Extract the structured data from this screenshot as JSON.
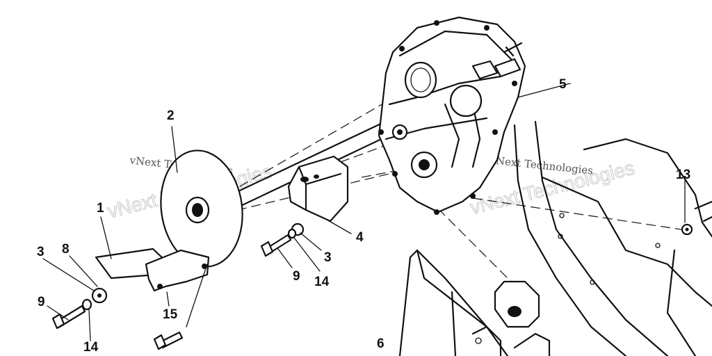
{
  "diagram": {
    "callouts": {
      "c1": "1",
      "c2": "2",
      "c3a": "3",
      "c3b": "3",
      "c4": "4",
      "c5": "5",
      "c6": "6",
      "c8": "8",
      "c9a": "9",
      "c9b": "9",
      "c13": "13",
      "c14a": "14",
      "c14b": "14",
      "c15": "15"
    },
    "watermarks": {
      "left_small": "vNext Technologies",
      "left_large": "vNext Technologies",
      "right_small": "vNext Technologies",
      "right_large": "vNext Technologies"
    }
  }
}
